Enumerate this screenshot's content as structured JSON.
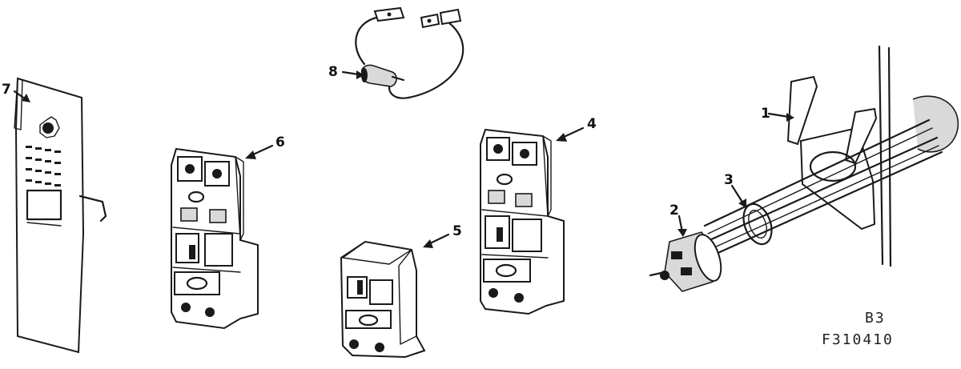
{
  "diagram": {
    "callouts": [
      "1",
      "2",
      "3",
      "4",
      "5",
      "6",
      "7",
      "8"
    ],
    "figure_code_line1": "B3",
    "figure_code_line2": "F310410"
  }
}
